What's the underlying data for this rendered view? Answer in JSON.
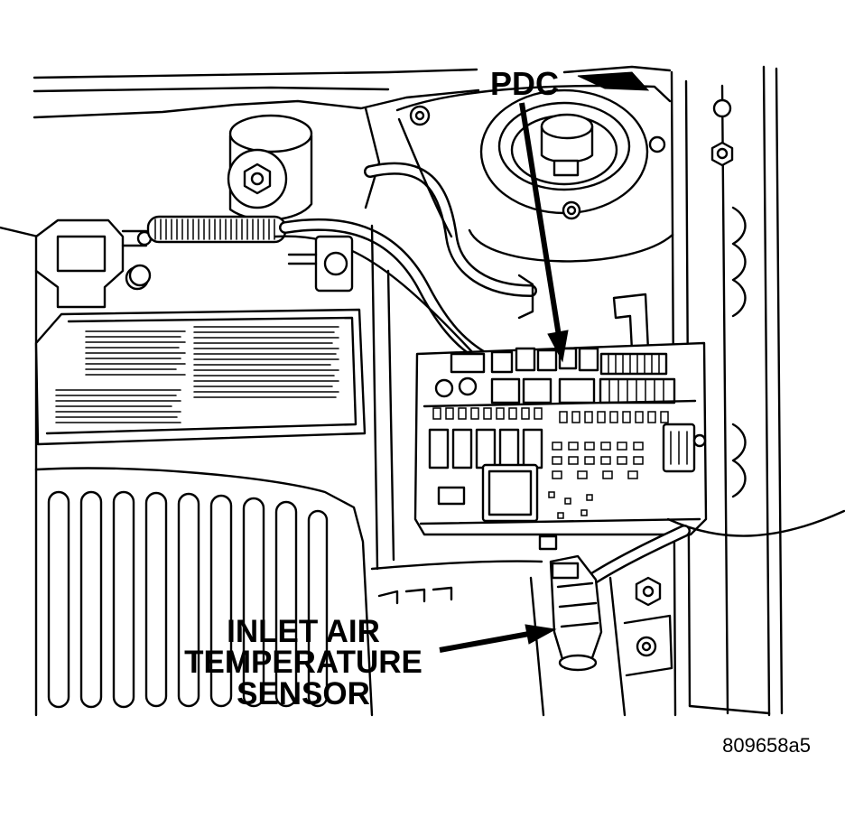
{
  "labels": {
    "pdc": "PDC",
    "sensor_line1": "INLET AIR",
    "sensor_line2": "TEMPERATURE",
    "sensor_line3": "SENSOR",
    "figure_id": "809658a5"
  }
}
